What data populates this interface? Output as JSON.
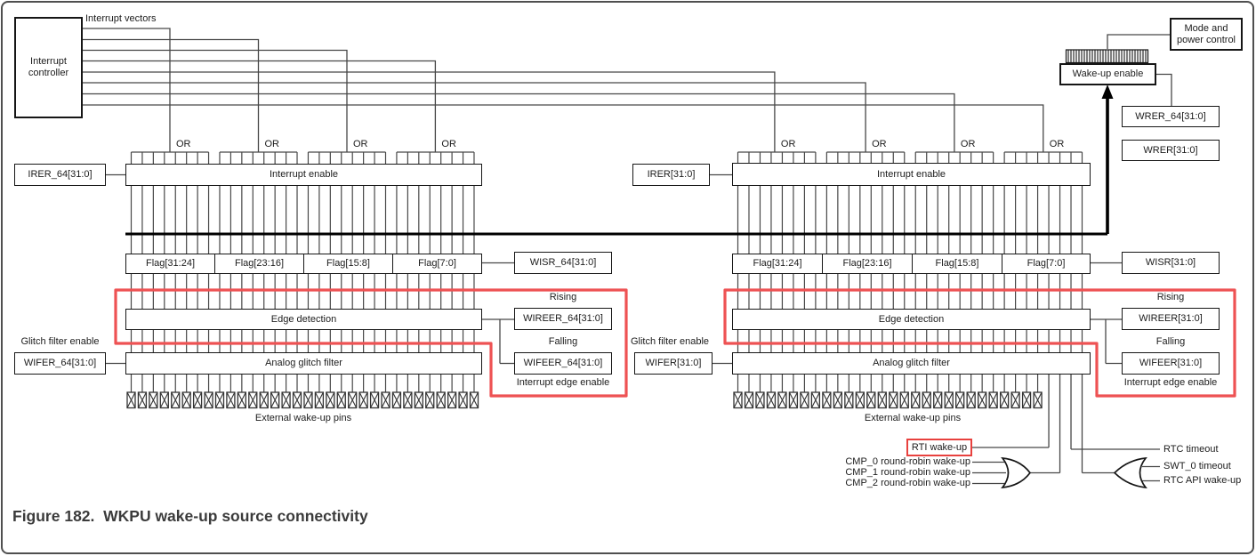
{
  "figure": {
    "caption": "Figure 182.  WKPU wake-up source connectivity"
  },
  "colors": {
    "highlight_red": "#ee5253",
    "rti_red": "#e8413e",
    "wire": "#474747",
    "box_border": "#161616",
    "bus_black": "#000000",
    "caption_text": "#3b3b3b"
  },
  "top": {
    "interrupt_controller": "Interrupt\ncontroller",
    "interrupt_vectors": "Interrupt vectors",
    "or_label": "OR",
    "mode_power_control": "Mode and\npower control",
    "wakeup_enable": "Wake-up enable",
    "wrer64": "WRER_64[31:0]",
    "wrer": "WRER[31:0]"
  },
  "left_bank": {
    "irer": "IRER_64[31:0]",
    "interrupt_enable": "Interrupt enable",
    "flags": [
      "Flag[31:24]",
      "Flag[23:16]",
      "Flag[15:8]",
      "Flag[7:0]"
    ],
    "wisr": "WISR_64[31:0]",
    "edge_detection": "Edge detection",
    "rising": "Rising",
    "wireer": "WIREER_64[31:0]",
    "falling": "Falling",
    "wifeer": "WIFEER_64[31:0]",
    "interrupt_edge_enable": "Interrupt edge enable",
    "glitch_filter_enable": "Glitch filter enable",
    "wifer": "WIFER_64[31:0]",
    "analog_glitch_filter": "Analog glitch filter",
    "external_pins": "External wake-up pins"
  },
  "right_bank": {
    "irer": "IRER[31:0]",
    "interrupt_enable": "Interrupt enable",
    "flags": [
      "Flag[31:24]",
      "Flag[23:16]",
      "Flag[15:8]",
      "Flag[7:0]"
    ],
    "wisr": "WISR[31:0]",
    "edge_detection": "Edge detection",
    "rising": "Rising",
    "wireer": "WIREER[31:0]",
    "falling": "Falling",
    "wifeer": "WIFEER[31:0]",
    "interrupt_edge_enable": "Interrupt edge enable",
    "glitch_filter_enable": "Glitch filter enable",
    "wifer": "WIFER[31:0]",
    "analog_glitch_filter": "Analog glitch filter",
    "external_pins": "External wake-up pins"
  },
  "bottom_right": {
    "rti": "RTI wake-up",
    "cmp_sources": [
      "CMP_0 round-robin wake-up",
      "CMP_1 round-robin wake-up",
      "CMP_2 round-robin wake-up"
    ],
    "rtc_timeout": "RTC timeout",
    "swt_timeout": "SWT_0 timeout",
    "rtc_api": "RTC API wake-up"
  }
}
